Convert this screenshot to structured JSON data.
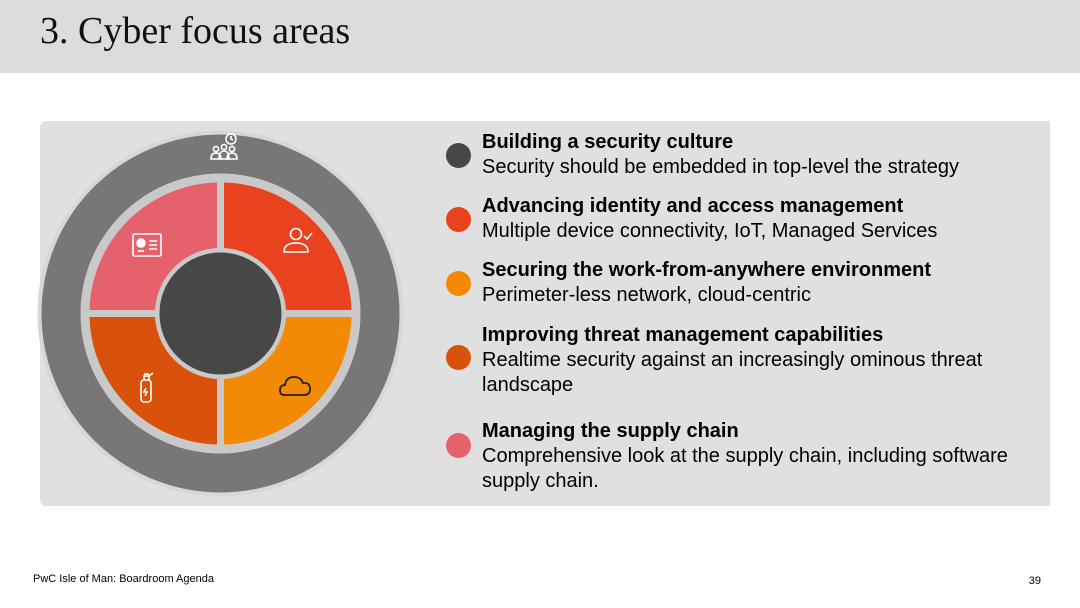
{
  "slide": {
    "title": "3. Cyber focus areas",
    "footer_left": "PwC Isle of Man: Boardroom Agenda",
    "page_number": "39"
  },
  "colors": {
    "panel": "#e0e0e0",
    "outer_ring": "#777777",
    "inner_ring": "#c9c9c9",
    "center": "#474747",
    "security_culture": "#474747",
    "identity_access": "#e8431e",
    "work_from_anywhere": "#f28a06",
    "threat_management": "#d9520c",
    "supply_chain": "#e5616b"
  },
  "diagram": {
    "icons": {
      "outer_top": "people-meeting-icon",
      "top_right": "user-check-icon",
      "bottom_right": "cloud-icon",
      "bottom_left": "fire-extinguisher-icon",
      "top_left": "dashboard-report-icon"
    }
  },
  "focus_areas": [
    {
      "title": "Building a security culture",
      "description": "Security should be embedded in top-level the strategy"
    },
    {
      "title": "Advancing identity and access management",
      "description": "Multiple device connectivity, IoT, Managed Services"
    },
    {
      "title": "Securing the work-from-anywhere environment",
      "description": "Perimeter-less network, cloud-centric"
    },
    {
      "title": "Improving threat management capabilities",
      "description": "Realtime security against an increasingly ominous threat landscape"
    },
    {
      "title": "Managing the supply chain",
      "description": "Comprehensive look at the supply chain, including software supply chain."
    }
  ]
}
